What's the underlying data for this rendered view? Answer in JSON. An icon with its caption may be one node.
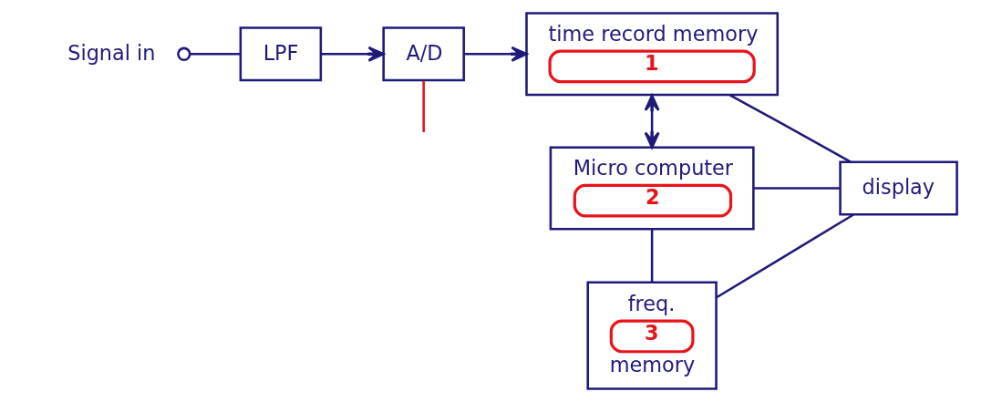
{
  "diagram": {
    "nodes": [
      {
        "text": [
          "Signal in"
        ]
      },
      {
        "text": [
          "LPF"
        ]
      },
      {
        "text": [
          "A/D"
        ]
      },
      {
        "text": [
          "time record memory",
          "1"
        ]
      },
      {
        "text": [
          "Micro computer",
          "2"
        ]
      },
      {
        "text": [
          "freq.",
          "3",
          "memory"
        ]
      },
      {
        "text": [
          "display"
        ]
      }
    ],
    "edges": [
      {
        "from": 0,
        "to": 1,
        "arrow": "other"
      },
      {
        "from": 1,
        "to": 2,
        "arrow": "to"
      },
      {
        "from": 2,
        "to": 3,
        "arrow": "to"
      },
      {
        "from": 2,
        "to": null,
        "arrow": "none",
        "color": "#e8141b"
      },
      {
        "from": 3,
        "to": 4,
        "arrow": "both"
      },
      {
        "from": 3,
        "to": 6,
        "arrow": "none"
      },
      {
        "from": 4,
        "to": 6,
        "arrow": "none"
      },
      {
        "from": 4,
        "to": 5,
        "arrow": "none"
      },
      {
        "from": 5,
        "to": 6,
        "arrow": "none"
      }
    ]
  }
}
